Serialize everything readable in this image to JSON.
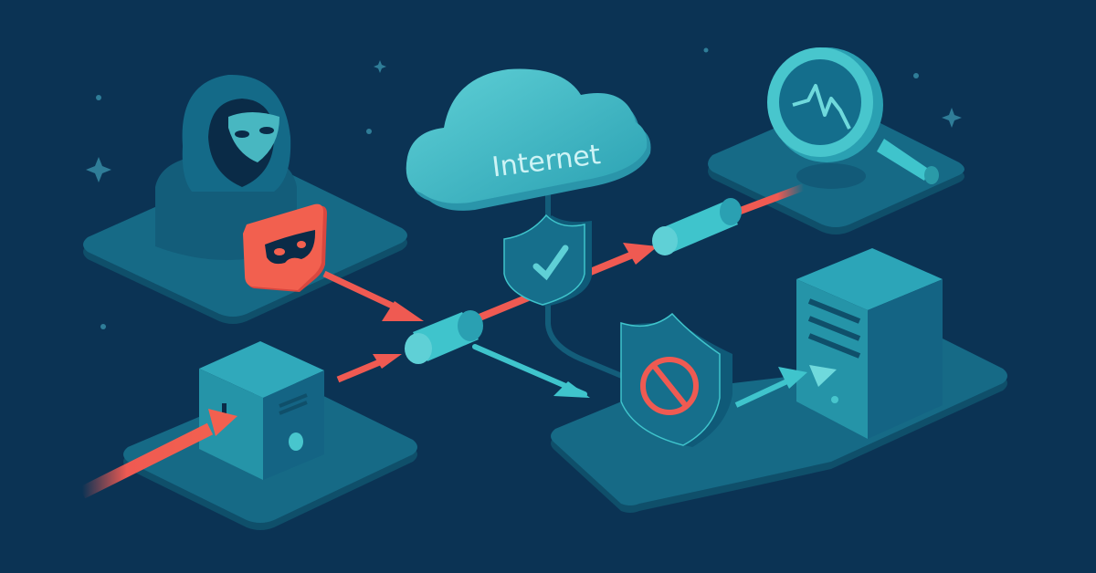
{
  "title": "Network security threat flow illustration",
  "cloud": {
    "label": "Internet"
  },
  "nodes": {
    "attacker": {
      "name": "hooded-hacker",
      "badge": "mask-icon"
    },
    "device": {
      "name": "compromised-device"
    },
    "gateway_shield": {
      "name": "shield-checkmark",
      "status": "allowed"
    },
    "block_shield": {
      "name": "shield-block",
      "status": "blocked"
    },
    "monitor": {
      "name": "magnifier-pulse-monitor"
    },
    "server": {
      "name": "server-tower"
    }
  },
  "colors": {
    "background": "#0b3354",
    "platform": "#166a86",
    "platform_side": "#0f4f6a",
    "teal": "#3fc4cc",
    "teal_light": "#6fd9dc",
    "threat_red": "#ef5a52",
    "dark": "#0a2b47"
  }
}
